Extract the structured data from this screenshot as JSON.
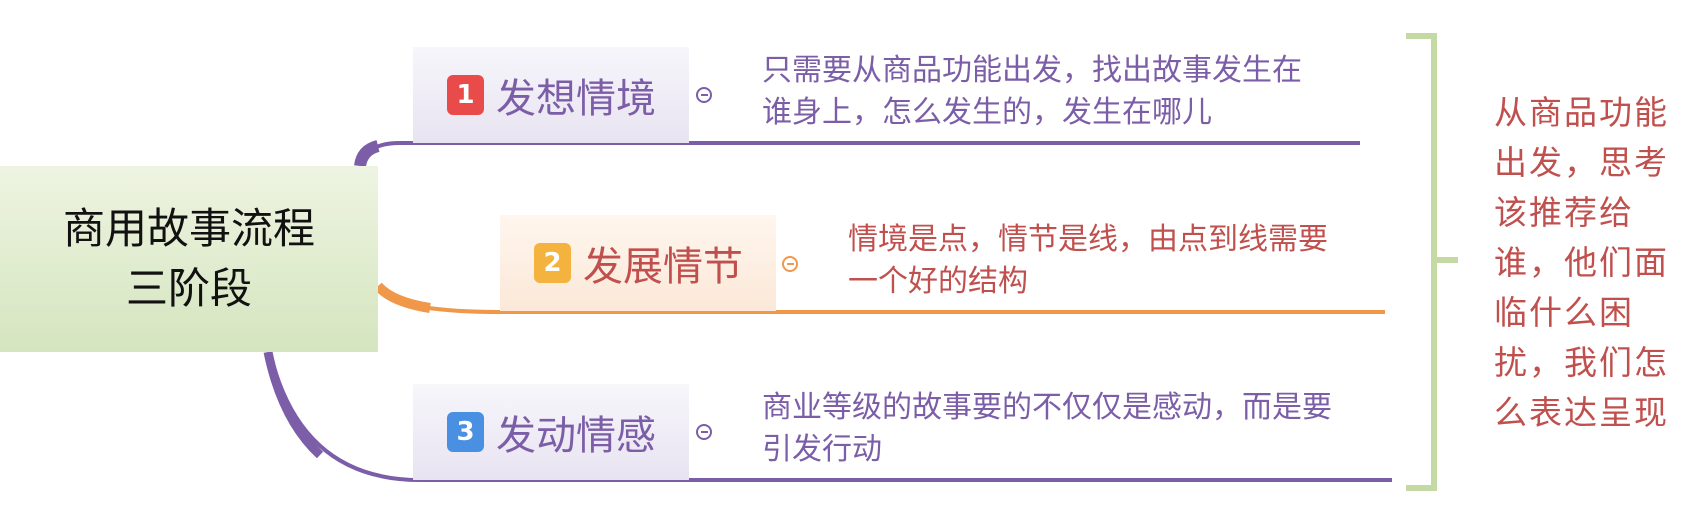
{
  "root": {
    "line1": "商用故事流程",
    "line2": "三阶段"
  },
  "topics": [
    {
      "badge": "1",
      "label": "发想情境",
      "desc_line1": "只需要从商品功能出发，找出故事发生在",
      "desc_line2": "谁身上，怎么发生的，发生在哪儿"
    },
    {
      "badge": "2",
      "label": "发展情节",
      "desc_line1": "情境是点，情节是线，由点到线需要",
      "desc_line2": "一个好的结构"
    },
    {
      "badge": "3",
      "label": "发动情感",
      "desc_line1": "商业等级的故事要的不仅仅是感动，而是要",
      "desc_line2": "引发行动"
    }
  ],
  "summary": "从商品功能出发，思考该推荐给谁，他们面临什么困扰，我们怎么表达呈现",
  "colors": {
    "purple": "#7b5ea7",
    "orange": "#f0974a",
    "red_text": "#c0504d",
    "bracket": "#c5d9a5",
    "badge1": "#e94b4b",
    "badge2": "#f4b23e",
    "badge3": "#4a90e2"
  },
  "icons": {
    "collapse": "collapse-minus-icon"
  }
}
